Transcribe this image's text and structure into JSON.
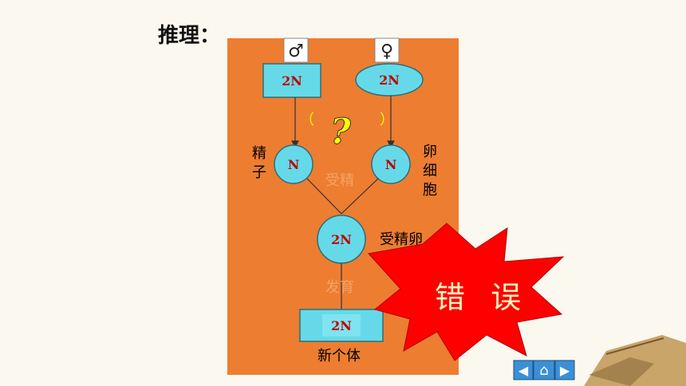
{
  "heading": "推理：",
  "symbols": {
    "male": "♂",
    "female": "♀"
  },
  "nodes": {
    "male_parent": "2N",
    "female_parent": "2N",
    "sperm": "N",
    "egg": "N",
    "zygote": "2N",
    "offspring": "2N"
  },
  "labels": {
    "sperm": "精子",
    "egg": "卵细胞",
    "zygote": "受精卵",
    "offspring": "新个体",
    "fertilization": "受精",
    "development": "发育"
  },
  "question": {
    "left_paren": "（",
    "mark": "?",
    "right_paren": "）"
  },
  "burst_text": "错 误",
  "nav": {
    "prev": "◀",
    "home": "⌂",
    "next": "▶"
  },
  "colors": {
    "board": "#ed7d31",
    "node_fill": "#66d9e8",
    "node_text": "#c00000",
    "burst": "#ff0000"
  }
}
